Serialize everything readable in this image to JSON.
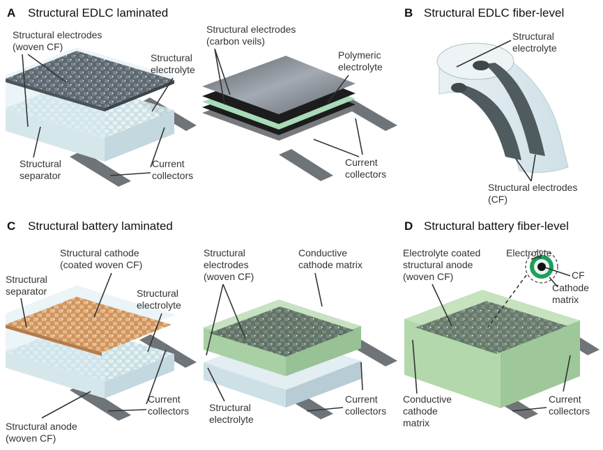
{
  "panels": {
    "A": {
      "letter": "A",
      "title": "Structural EDLC laminated"
    },
    "B": {
      "letter": "B",
      "title": "Structural EDLC fiber-level"
    },
    "C": {
      "letter": "C",
      "title": "Structural battery laminated"
    },
    "D": {
      "letter": "D",
      "title": "Structural battery fiber-level"
    }
  },
  "labels": {
    "a_electrodes": [
      "Structural electrodes",
      "(woven CF)"
    ],
    "a_electrolyte": [
      "Structural",
      "electrolyte"
    ],
    "a_separator": [
      "Structural",
      "separator"
    ],
    "a_collectors": [
      "Current",
      "collectors"
    ],
    "a2_electrodes": [
      "Structural electrodes",
      "(carbon veils)"
    ],
    "a2_electrolyte": [
      "Polymeric",
      "electrolyte"
    ],
    "a2_collectors": [
      "Current",
      "collectors"
    ],
    "b_electrolyte": [
      "Structural",
      "electrolyte"
    ],
    "b_electrodes": [
      "Structural electrodes",
      "(CF)"
    ],
    "c_cathode": [
      "Structural cathode",
      "(coated woven CF)"
    ],
    "c_separator": [
      "Structural",
      "separator"
    ],
    "c_electrolyte": [
      "Structural",
      "electrolyte"
    ],
    "c_anode": [
      "Structural anode",
      "(woven CF)"
    ],
    "c_collectors": [
      "Current",
      "collectors"
    ],
    "c2_electrodes": [
      "Structural",
      "electrodes",
      "(woven CF)"
    ],
    "c2_matrix": [
      "Conductive",
      "cathode matrix"
    ],
    "c2_electrolyte": [
      "Structural",
      "electrolyte"
    ],
    "c2_collectors": [
      "Current",
      "collectors"
    ],
    "d_anode": [
      "Electrolyte coated",
      "structural anode",
      "(woven CF)"
    ],
    "d_electrolyte": [
      "Electrolyte"
    ],
    "d_cf": [
      "CF"
    ],
    "d_cathode": [
      "Cathode",
      "matrix"
    ],
    "d_matrix": [
      "Conductive",
      "cathode",
      "matrix"
    ],
    "d_collectors": [
      "Current",
      "collectors"
    ]
  },
  "colors": {
    "woven_dark": "#59636b",
    "electrolyte_blue": "#cfe3ea",
    "cathode_orange": "#d9a06a",
    "matrix_green": "#b5d7b0",
    "polymer_green": "#a8dcb8",
    "collector": "#6f7479",
    "cf_ring_green": "#1e9f5a"
  }
}
